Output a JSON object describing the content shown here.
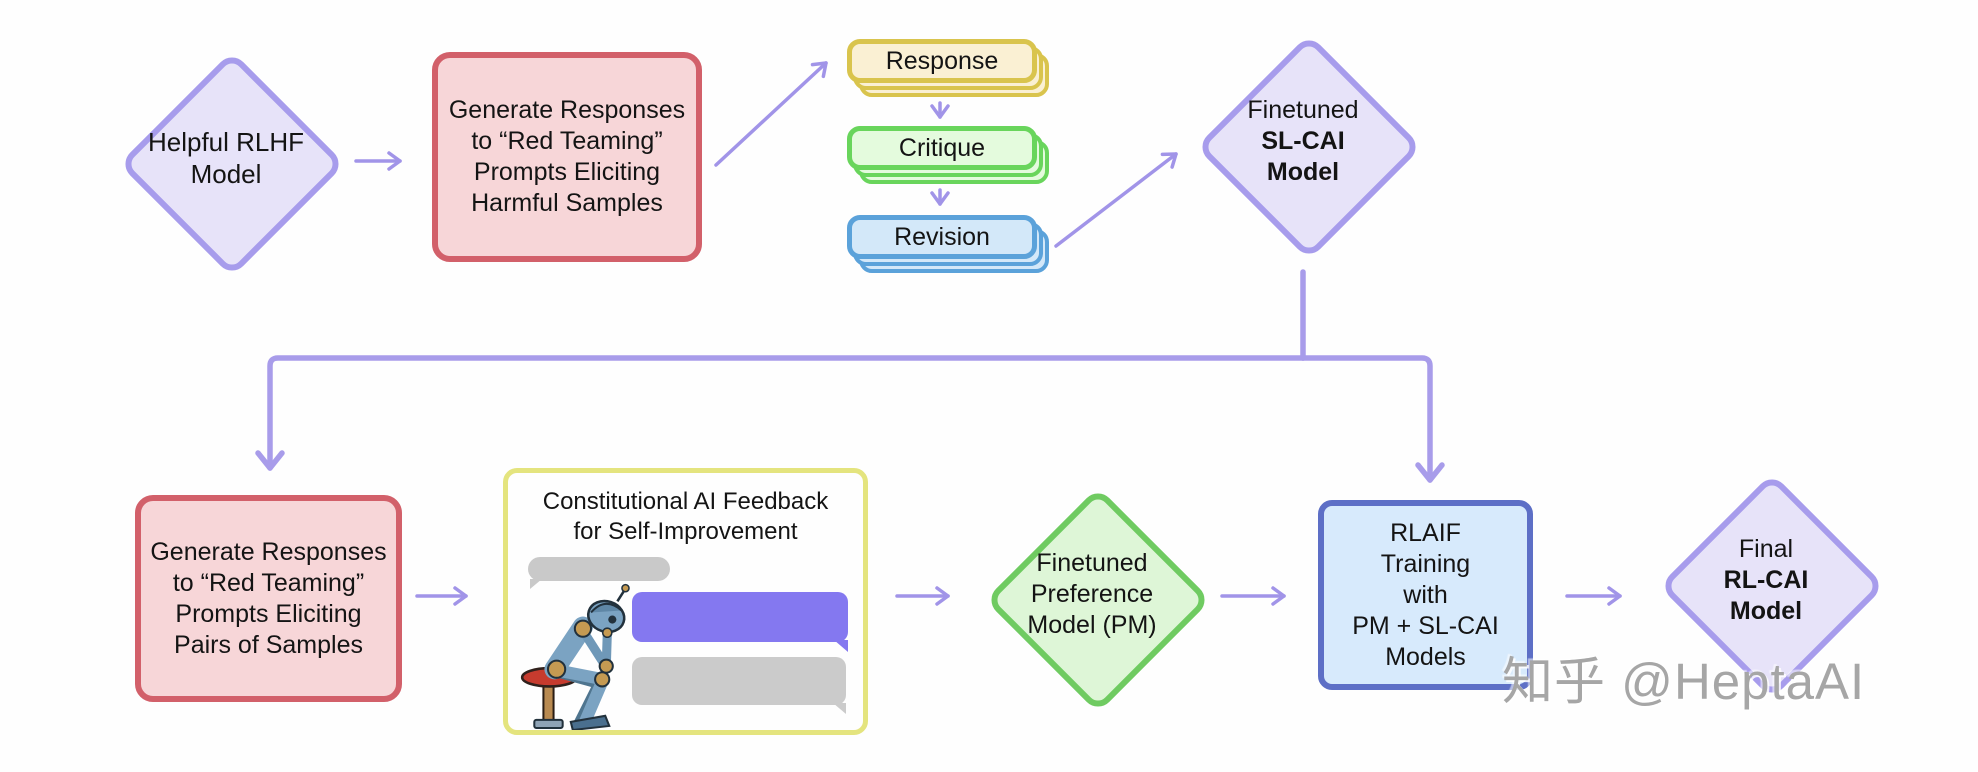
{
  "palette": {
    "arrow": "#a194e8",
    "branch_line": "#a89cea",
    "purple_node_border": "#a79cec",
    "purple_node_fill": "#e7e3f9",
    "red_node_border": "#d2606a",
    "red_node_fill": "#f7d6d8",
    "yellow_stack_border": "#d9c44d",
    "yellow_stack_fill": "#faf0d3",
    "green_stack_border": "#69d55c",
    "green_stack_fill": "#e4fbdd",
    "blue_stack_border": "#5ba2da",
    "blue_stack_fill": "#d3e8f9",
    "green_diamond_border": "#6fcb61",
    "green_diamond_fill": "#def6d7",
    "blue_box_border": "#5d6fc6",
    "blue_box_fill": "#d7eafc",
    "panel_border": "#e4e47e",
    "speech_bubble_purple": "#8478f0",
    "speech_bubble_gray": "#c9c9c9",
    "watermark_gray": "#a6a6a6"
  },
  "nodes": {
    "helpful_rlhf": {
      "lines": [
        "Helpful RLHF",
        "Model"
      ]
    },
    "gen_harmful": {
      "lines": [
        "Generate Responses",
        "to “Red Teaming”",
        "Prompts Eliciting",
        "Harmful Samples"
      ]
    },
    "response": {
      "label": "Response"
    },
    "critique": {
      "label": "Critique"
    },
    "revision": {
      "label": "Revision"
    },
    "sl_cai": {
      "lines": [
        "Finetuned",
        "SL-CAI",
        "Model"
      ]
    },
    "gen_pairs": {
      "lines": [
        "Generate Responses",
        "to “Red Teaming”",
        "Prompts Eliciting",
        "Pairs of Samples"
      ]
    },
    "cai_feedback": {
      "title_lines": [
        "Constitutional AI Feedback",
        "for Self-Improvement"
      ],
      "icon": "thinker-robot"
    },
    "pm": {
      "lines": [
        "Finetuned",
        "Preference",
        "Model (PM)"
      ]
    },
    "rlaif": {
      "lines": [
        "RLAIF",
        "Training",
        "with",
        "PM + SL-CAI",
        "Models"
      ]
    },
    "final_rl_cai": {
      "lines": [
        "Final",
        "RL-CAI",
        "Model"
      ]
    }
  },
  "watermark": {
    "text": "知乎 @HeptaAI"
  }
}
